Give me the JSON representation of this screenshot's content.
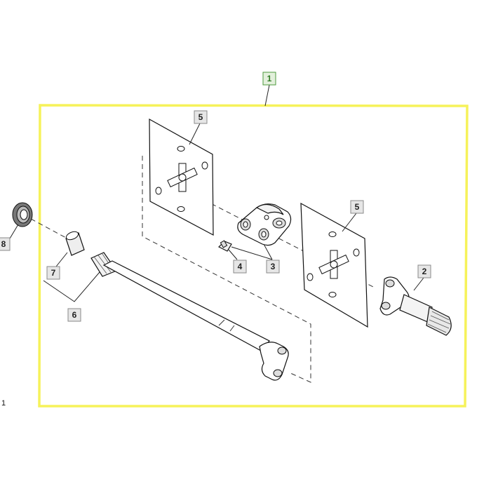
{
  "diagram": {
    "highlight_color": "#f6f25a",
    "corner_mark": "1",
    "callouts": {
      "assembly": "1",
      "yoke_shaft": "2",
      "center_yoke": "3",
      "grease_fitting": "4",
      "cross_kit_upper": "5",
      "cross_kit_lower": "5",
      "axle_shaft": "6",
      "bushing": "7",
      "seal": "8"
    }
  }
}
